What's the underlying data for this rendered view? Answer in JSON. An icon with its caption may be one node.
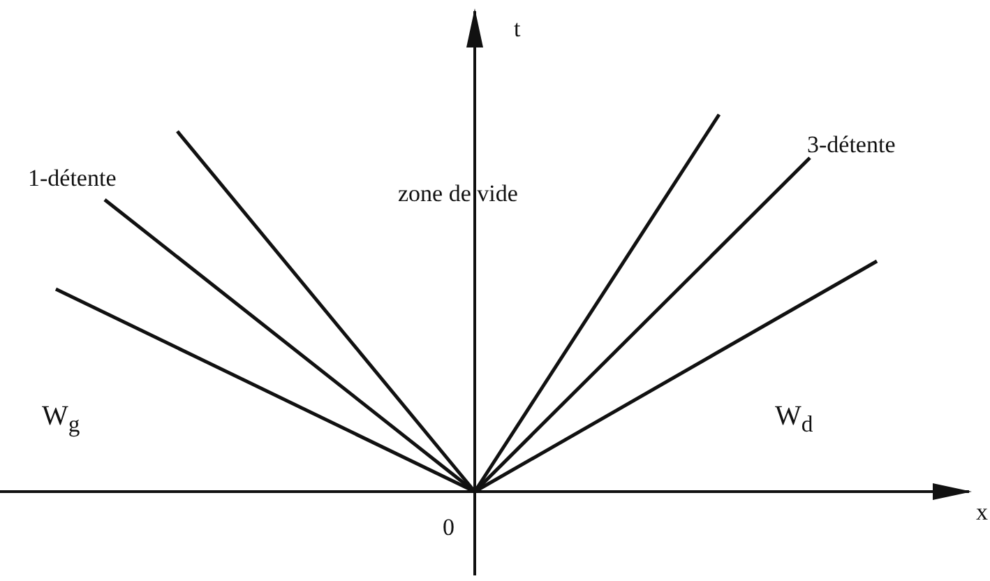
{
  "diagram": {
    "labels": [
      "t",
      "1-détente",
      "zone de vide",
      "3-détente",
      "W$_{g}$",
      "W$_{d}$",
      "0",
      "x"
    ]
  }
}
